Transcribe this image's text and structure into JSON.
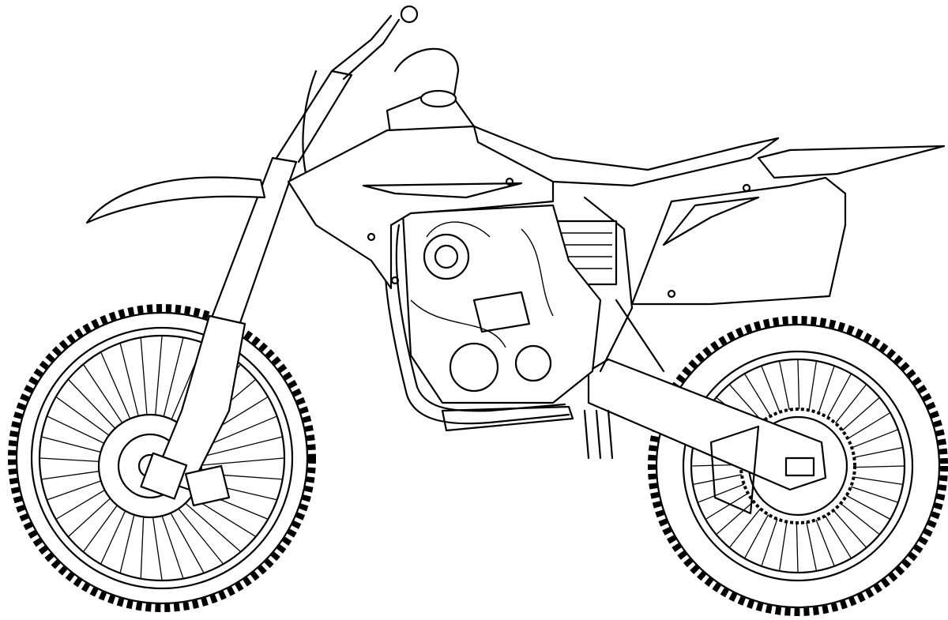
{
  "illustration": {
    "subject": "dirt-bike-line-drawing",
    "colors": {
      "line": "#000000",
      "background": "#ffffff"
    },
    "front_wheel": {
      "spokes": 36
    },
    "rear_wheel": {
      "spokes": 36
    }
  }
}
